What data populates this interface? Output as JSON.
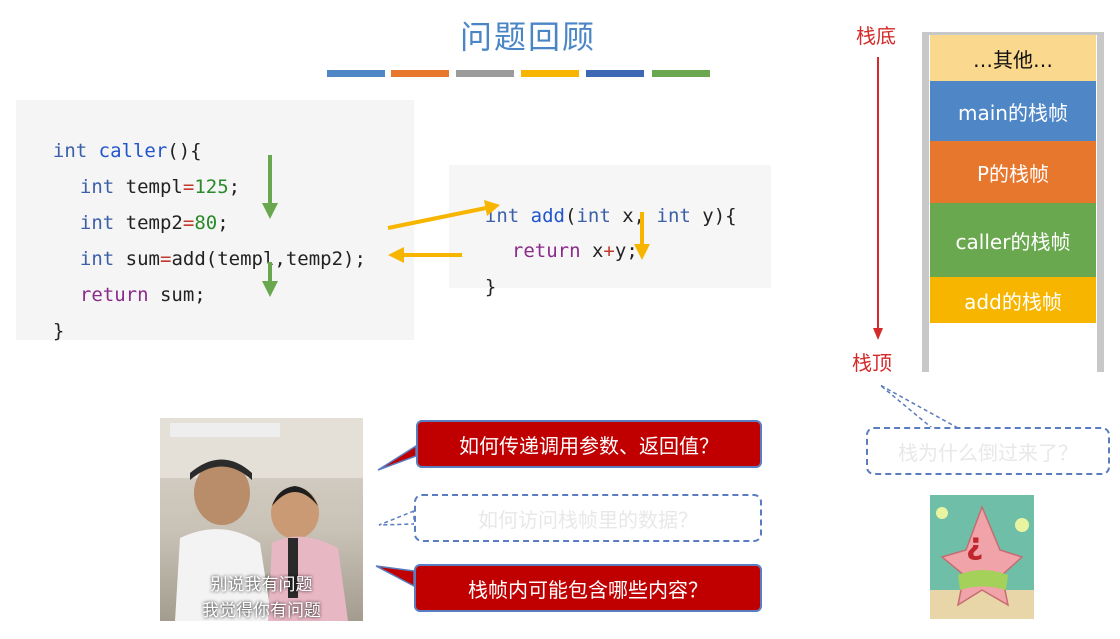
{
  "title": "问题回顾",
  "colors": {
    "title": "#4a86c5",
    "bars": [
      "#4f87c6",
      "#e8772e",
      "#9b9b9b",
      "#f7b500",
      "#3e68b4",
      "#6aa84f"
    ],
    "arrow_green": "#6aa84f",
    "arrow_orange": "#f7b500",
    "stack_other": "#fad98f",
    "stack_main": "#4f87c6",
    "stack_p": "#e8772e",
    "stack_caller": "#6aa84f",
    "stack_add": "#f7b500",
    "red": "#d42a2a"
  },
  "caller_code": {
    "l1a": "int",
    "l1b": " caller",
    "l1c": "(){",
    "l2a": "int",
    "l2b": " templ",
    "l2c": "=",
    "l2d": "125",
    "l2e": ";",
    "l3a": "int",
    "l3b": " temp2",
    "l3c": "=",
    "l3d": "80",
    "l3e": ";",
    "l4a": "int",
    "l4b": " sum",
    "l4c": "=",
    "l4d": "add(templ,temp2);",
    "l5a": "return",
    "l5b": " sum;",
    "l6": "}"
  },
  "add_code": {
    "l1a": "int",
    "l1b": " add",
    "l1c": "(",
    "l1d": "int",
    "l1e": " x, ",
    "l1f": "int",
    "l1g": " y){",
    "l2a": "return",
    "l2b": " x",
    "l2c": "+",
    "l2d": "y;",
    "l3": "}"
  },
  "stack": {
    "bottom_label": "栈底",
    "top_label": "栈顶",
    "frames": [
      "…其他…",
      "main的栈帧",
      "P的栈帧",
      "caller的栈帧",
      "add的栈帧"
    ]
  },
  "questions": {
    "q1": "如何传递调用参数、返回值？",
    "q2": "如何访问栈帧里的数据？",
    "q3": "栈帧内可能包含哪些内容？",
    "q4": "栈为什么倒过来了？"
  },
  "photo_caption": {
    "line1": "别说我有问题",
    "line2": "我觉得你有问题"
  },
  "patrick_glyph": "¿"
}
